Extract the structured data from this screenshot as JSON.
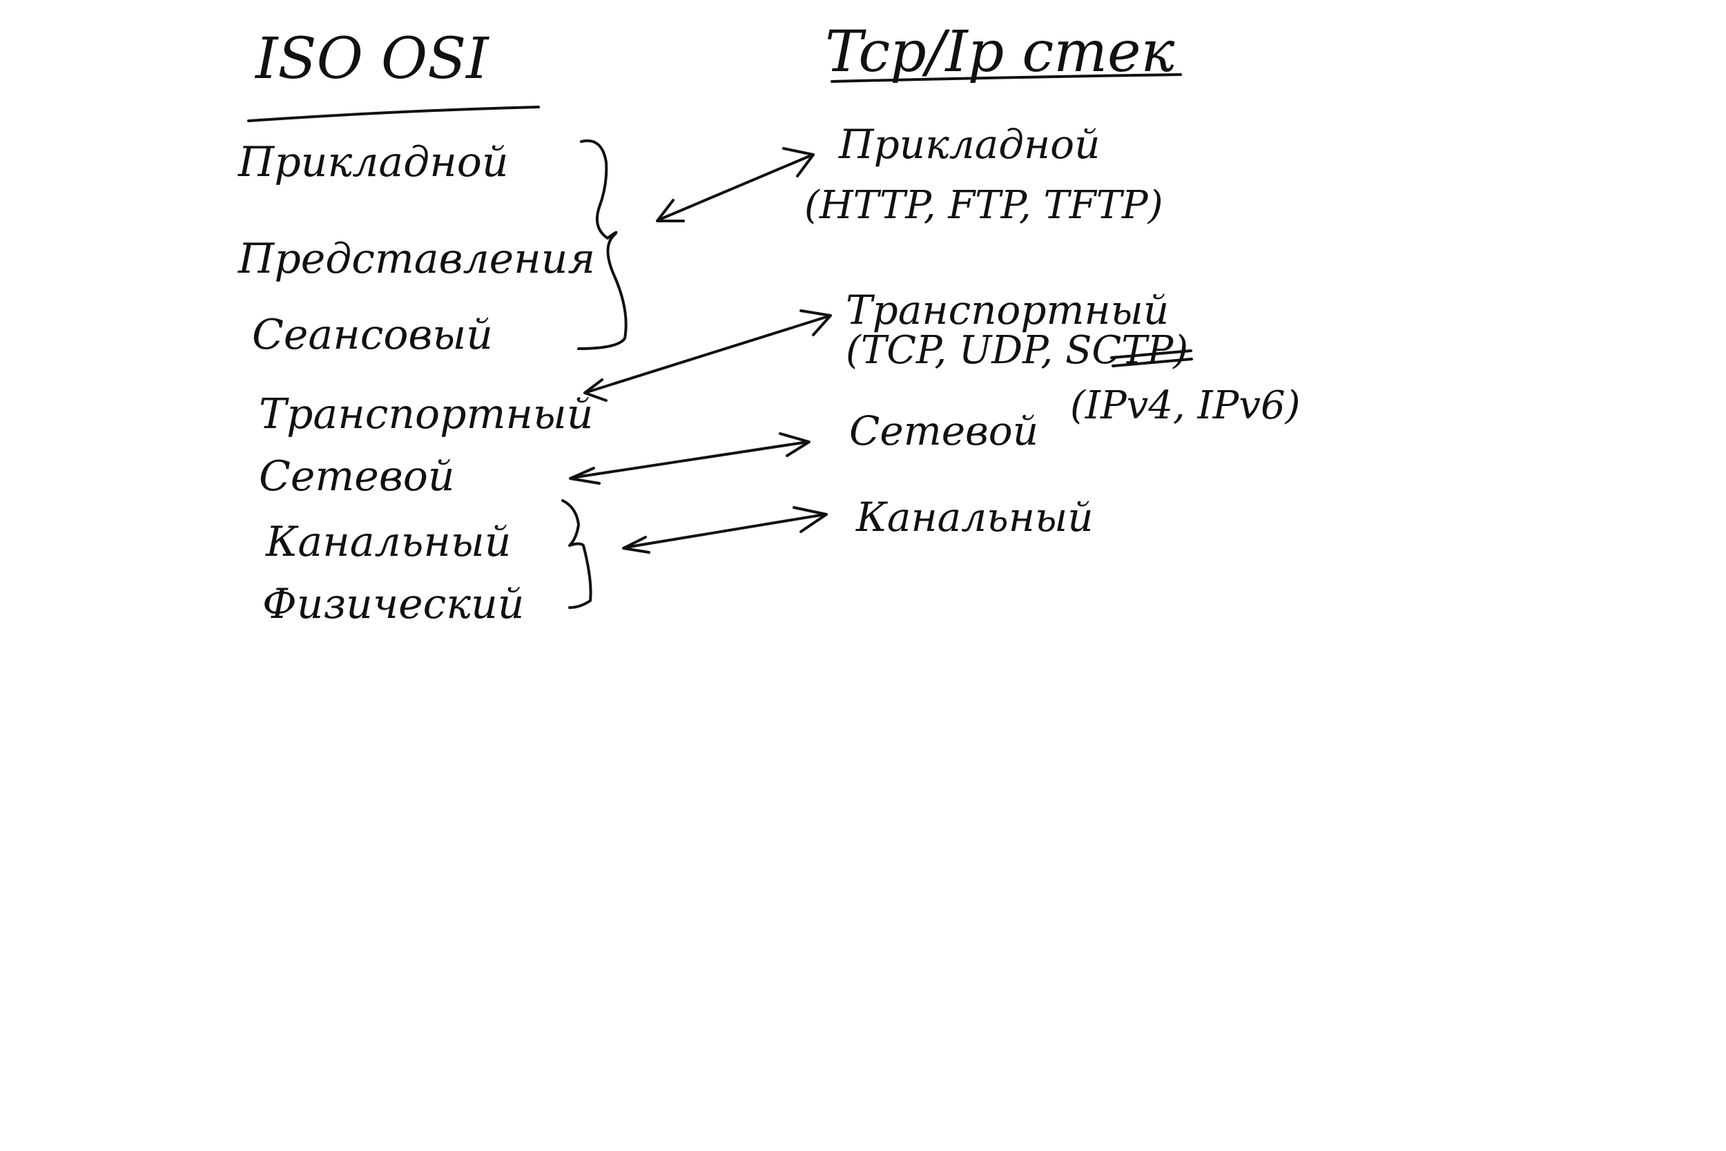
{
  "osi": {
    "title": "ISO OSI",
    "layers": [
      "Прикладной",
      "Представления",
      "Сеансовый",
      "Транспортный",
      "Сетевой",
      "Канальный",
      "Физический"
    ]
  },
  "tcpip": {
    "title": "Tcp/Ip стек",
    "layers": [
      {
        "name": "Прикладной",
        "protocols": "(HTTP, FTP, TFTP)"
      },
      {
        "name": "Транспортный",
        "protocols": "(TCP, UDP, SCTP)"
      },
      {
        "name": "Сетевой",
        "protocols": "(IPv4, IPv6)"
      },
      {
        "name": "Канальный",
        "protocols": ""
      }
    ]
  }
}
